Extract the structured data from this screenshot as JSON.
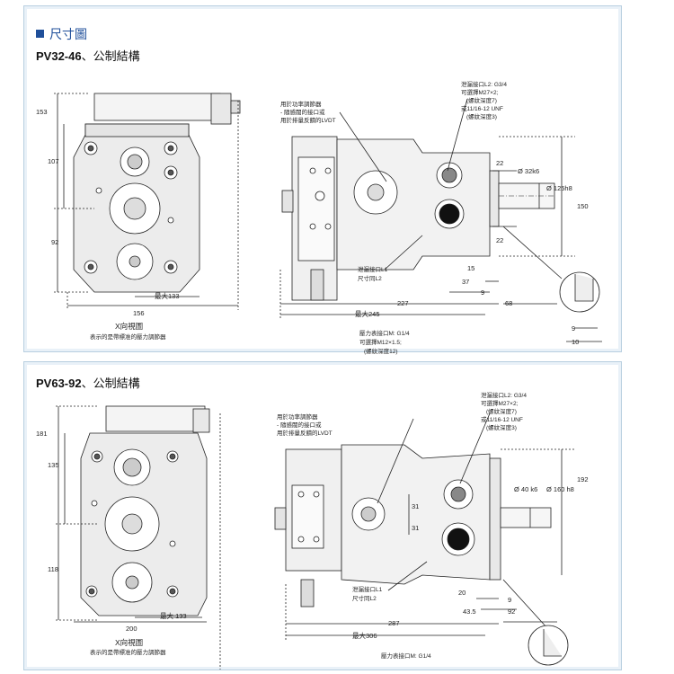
{
  "header": {
    "title": "尺寸圖"
  },
  "colors": {
    "accent": "#1f4f9a",
    "frame": "#b8cfe0",
    "line": "#222222"
  },
  "sections": [
    {
      "model": "PV32-46",
      "suffix": "、公制結構",
      "view_label": "X向視圖",
      "view_note": "表示的是帶標准的壓力調節器",
      "annotations": {
        "regulator": [
          "用於功率調節器",
          "- 隨感閥的接口或",
          "用於排量反饋的LVDT"
        ],
        "port_top": [
          "泄漏接口L2: G3/4",
          "可選擇M27×2;",
          "(螺紋深度7)",
          "或11/16-12 UNF",
          "(螺紋深度3)"
        ],
        "leak": [
          "泄漏接口L1",
          "尺寸同L2"
        ],
        "gauge": [
          "壓力表接口M: G1/4",
          "可選擇M12×1.5;",
          "(螺紋深度12)"
        ]
      },
      "dims": {
        "h153": "153",
        "h107": "107",
        "h92": "92",
        "w156": "156",
        "max133": "最大133",
        "d22a": "22",
        "shaft": "Ø 32k6",
        "pilot": "Ø 125h8",
        "h150": "150",
        "d22b": "22",
        "d15": "15",
        "d37": "37",
        "d9": "9",
        "d227": "227",
        "d68": "68",
        "max245": "最大245",
        "d9b": "9",
        "d10": "10"
      }
    },
    {
      "model": "PV63-92",
      "suffix": "、公制結構",
      "view_label": "X向視圖",
      "view_note": "表示的是帶標准的壓力調節器",
      "annotations": {
        "regulator": [
          "用於功率調節器",
          "- 隨感閥的接口或",
          "用於排量反饋的LVDT"
        ],
        "port_top": [
          "泄漏接口L2: G3/4",
          "可選擇M27×2;",
          "(螺紋深度7)",
          "或11/16-12 UNF",
          "(螺紋深度3)"
        ],
        "leak": [
          "泄漏接口L1",
          "尺寸同L2"
        ],
        "gauge": [
          "壓力表接口M: G1/4"
        ]
      },
      "dims": {
        "h181": "181",
        "h135": "135",
        "h118": "118",
        "w200": "200",
        "max133": "最大 133",
        "d31a": "31",
        "d31b": "31",
        "shaft": "Ø 40 k6",
        "pilot": "Ø 160 h8",
        "h192": "192",
        "d20": "20",
        "d9": "9",
        "d43": "43.5",
        "d92": "92",
        "d287": "287",
        "max306": "最大306"
      }
    }
  ]
}
